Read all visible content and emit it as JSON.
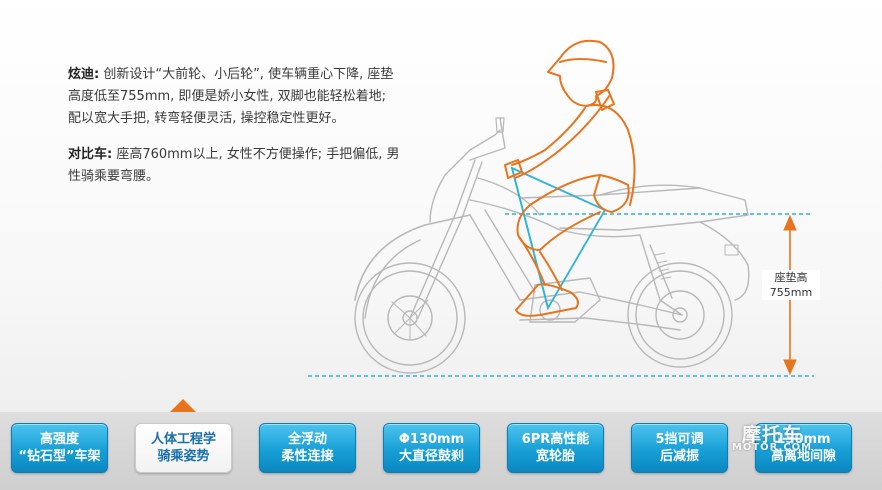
{
  "description": {
    "para1_title": "炫迪:",
    "para1_text": " 创新设计“大前轮、小后轮”, 使车辆重心下降, 座垫高度低至755mm, 即便是娇小女性, 双脚也能轻松着地; 配以宽大手把, 转弯轻便灵活, 操控稳定性更好。",
    "para2_title": "对比车:",
    "para2_text": " 座高760mm以上, 女性不方便操作; 手把偏低, 男性骑乘要弯腰。"
  },
  "diagram": {
    "seat_height_label_line1": "座垫高",
    "seat_height_label_line2": "755mm",
    "bike_stroke_color": "#b8b8b8",
    "rider_color": "#e8741e",
    "guide_color": "#2eb4d8"
  },
  "features": [
    {
      "line1": "高强度",
      "line2": "“钻石型”车架",
      "active": false
    },
    {
      "line1": "人体工程学",
      "line2": "骑乘姿势",
      "active": true
    },
    {
      "line1": "全浮动",
      "line2": "柔性连接",
      "active": false
    },
    {
      "line1": "Φ130mm",
      "line2": "大直径鼓刹",
      "active": false
    },
    {
      "line1": "6PR高性能",
      "line2": "宽轮胎",
      "active": false
    },
    {
      "line1": "5挡可调",
      "line2": "后减振",
      "active": false
    },
    {
      "line1": "150mm",
      "line2": "高离地间隙",
      "active": false
    }
  ],
  "watermark": {
    "main": "摩托车",
    "sub": "MOTOR.COM"
  },
  "colors": {
    "feature_blue": "#179fd6",
    "indicator_orange": "#e8741e"
  }
}
